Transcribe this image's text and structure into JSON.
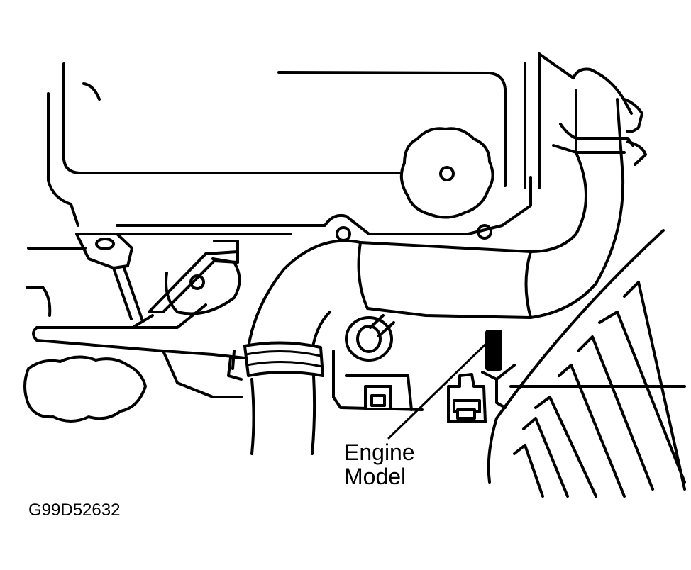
{
  "callout": {
    "line1": "Engine",
    "line2": "Model"
  },
  "figure_code": "G99D52632",
  "colors": {
    "ink": "#000000",
    "paper": "#ffffff"
  }
}
